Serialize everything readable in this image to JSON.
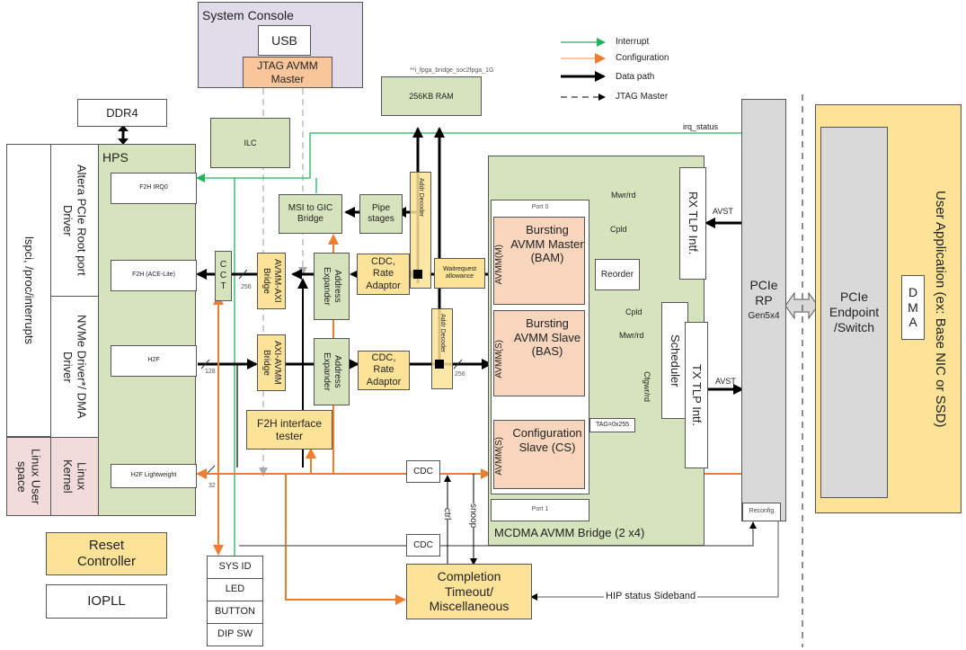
{
  "legend": {
    "interrupt": "Interrupt",
    "configuration": "Configuration",
    "data_path": "Data path",
    "jtag_master": "JTAG Master"
  },
  "colors": {
    "interrupt": "#1fb45a",
    "configuration": "#ed7d31",
    "data_path": "#000000",
    "jtag": "#888888",
    "block_green": "#d6e3bc",
    "block_yellow": "#fde397",
    "block_peach": "#f8d5bd",
    "block_gray": "#d9d9d9",
    "block_purple": "#e0dce9",
    "block_pink": "#f2dcdb"
  },
  "system_console": {
    "title": "System Console",
    "usb": "USB",
    "jtag": "JTAG AVMM Master"
  },
  "ddr4": "DDR4",
  "ilc": "ILC",
  "ram": {
    "label": "256KB RAM",
    "note": "**i_fpga_bridge_soc2fpga_1G"
  },
  "irq_status": "irq_status",
  "sw_stack": {
    "lspci": "lspci, /proc/interrupts",
    "rp_driver": "Altera PCIe Root port Driver",
    "nvme_driver": "NVMe Driver*/ DMA Driver",
    "linux_user": "Linux User space",
    "linux_kernel": "Linux Kernel"
  },
  "hps": {
    "title": "HPS",
    "ports": [
      "F2H IRQ0",
      "F2H (ACE-Lite)",
      "H2F",
      "H2F Lightweight"
    ]
  },
  "cct": "C C T",
  "bus_widths": {
    "w256_top": "256",
    "w128": "128",
    "w256_bottom": "256",
    "w32": "32"
  },
  "msi_gic": "MSI to GIC Bridge",
  "pipe_stages": "Pipe stages",
  "avmm_axi": "AVMM-AXI Bridge",
  "axi_avmm": "AXI-AVMM Bridge",
  "addr_expander_top": "Address Expander",
  "addr_expander_bottom": "Address Expander",
  "cdc_rate_top": "CDC, Rate Adaptor",
  "cdc_rate_bottom": "CDC, Rate Adaptor",
  "addr_decoder_top": "Addr Decoder",
  "addr_decoder_bottom": "Addr Decoder",
  "waitrequest": "Waitrequest allowance",
  "f2h_tester": "F2H interface tester",
  "mcdma": {
    "title": "MCDMA AVMM Bridge (2 x4)",
    "port0": "Port 0",
    "port1": "Port 1",
    "bam": "Bursting AVMM Master (BAM)",
    "bas": "Bursting AVMM Slave (BAS)",
    "cs": "Configuration Slave (CS)",
    "avmm_m": "AVMM(M)",
    "avmm_s": "AVMM(S)",
    "avmm_s2": "AVMM(S)",
    "reorder": "Reorder",
    "tag": "TAG=0x255",
    "scheduler": "Scheduler",
    "rx_tlp": "RX TLP Intf.",
    "tx_tlp": "TX TLP Intf.",
    "sig_mwr_top": "Mwr/rd",
    "sig_cpld_top": "Cpld",
    "sig_cpld_mid": "Cpld",
    "sig_mwr_mid": "Mwr/rd",
    "sig_cfg": "Cfgwr/rd"
  },
  "avst_rx": "AVST",
  "avst_tx": "AVST",
  "pcie_rp": {
    "l1": "PCIe",
    "l2": "RP",
    "gen": "Gen5x4",
    "reconfig": "Reconfig"
  },
  "user_app": {
    "title": "User Application (ex: Base NIC or SSD)",
    "endpoint": "PCIe Endpoint /Switch",
    "dma": "D M A"
  },
  "cdc_a": "CDC",
  "cdc_b": "CDC",
  "ctrl": "ctrl",
  "snoop": "snoop",
  "completion": "Completion Timeout/ Miscellaneous",
  "hip_status": "HIP status Sideband",
  "reset_controller": "Reset Controller",
  "iopll": "IOPLL",
  "peripherals": [
    "SYS ID",
    "LED",
    "BUTTON",
    "DIP SW"
  ]
}
